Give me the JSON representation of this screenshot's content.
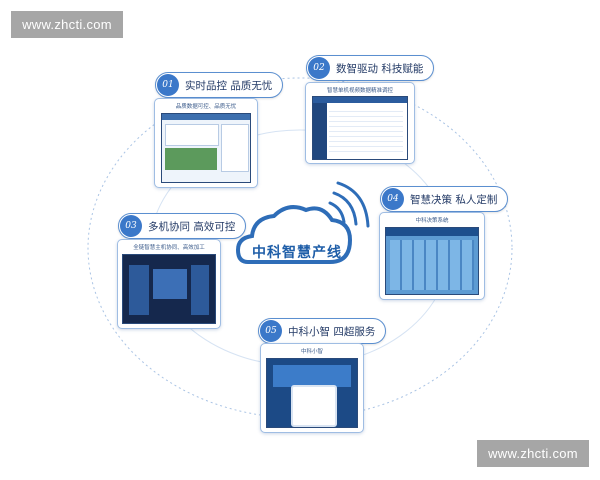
{
  "watermark": {
    "text": "www.zhcti.com"
  },
  "center": {
    "label": "中科智慧产线"
  },
  "modules": [
    {
      "num": "01",
      "title": "实时品控  品质无忧",
      "caption": "品质数据可控、品质无忧"
    },
    {
      "num": "02",
      "title": "数智驱动  科技赋能",
      "caption": "智慧单机视频数据精准调控"
    },
    {
      "num": "03",
      "title": "多机协同  高效可控",
      "caption": "全链智慧主机协同、高效加工"
    },
    {
      "num": "04",
      "title": "智慧决策  私人定制",
      "caption": "中科决策系统"
    },
    {
      "num": "05",
      "title": "中科小智  四超服务",
      "caption": "中科小智"
    }
  ],
  "colors": {
    "accent": "#3b78c9",
    "cloud": "#2e6db8",
    "panel_dark": "#15284d"
  }
}
